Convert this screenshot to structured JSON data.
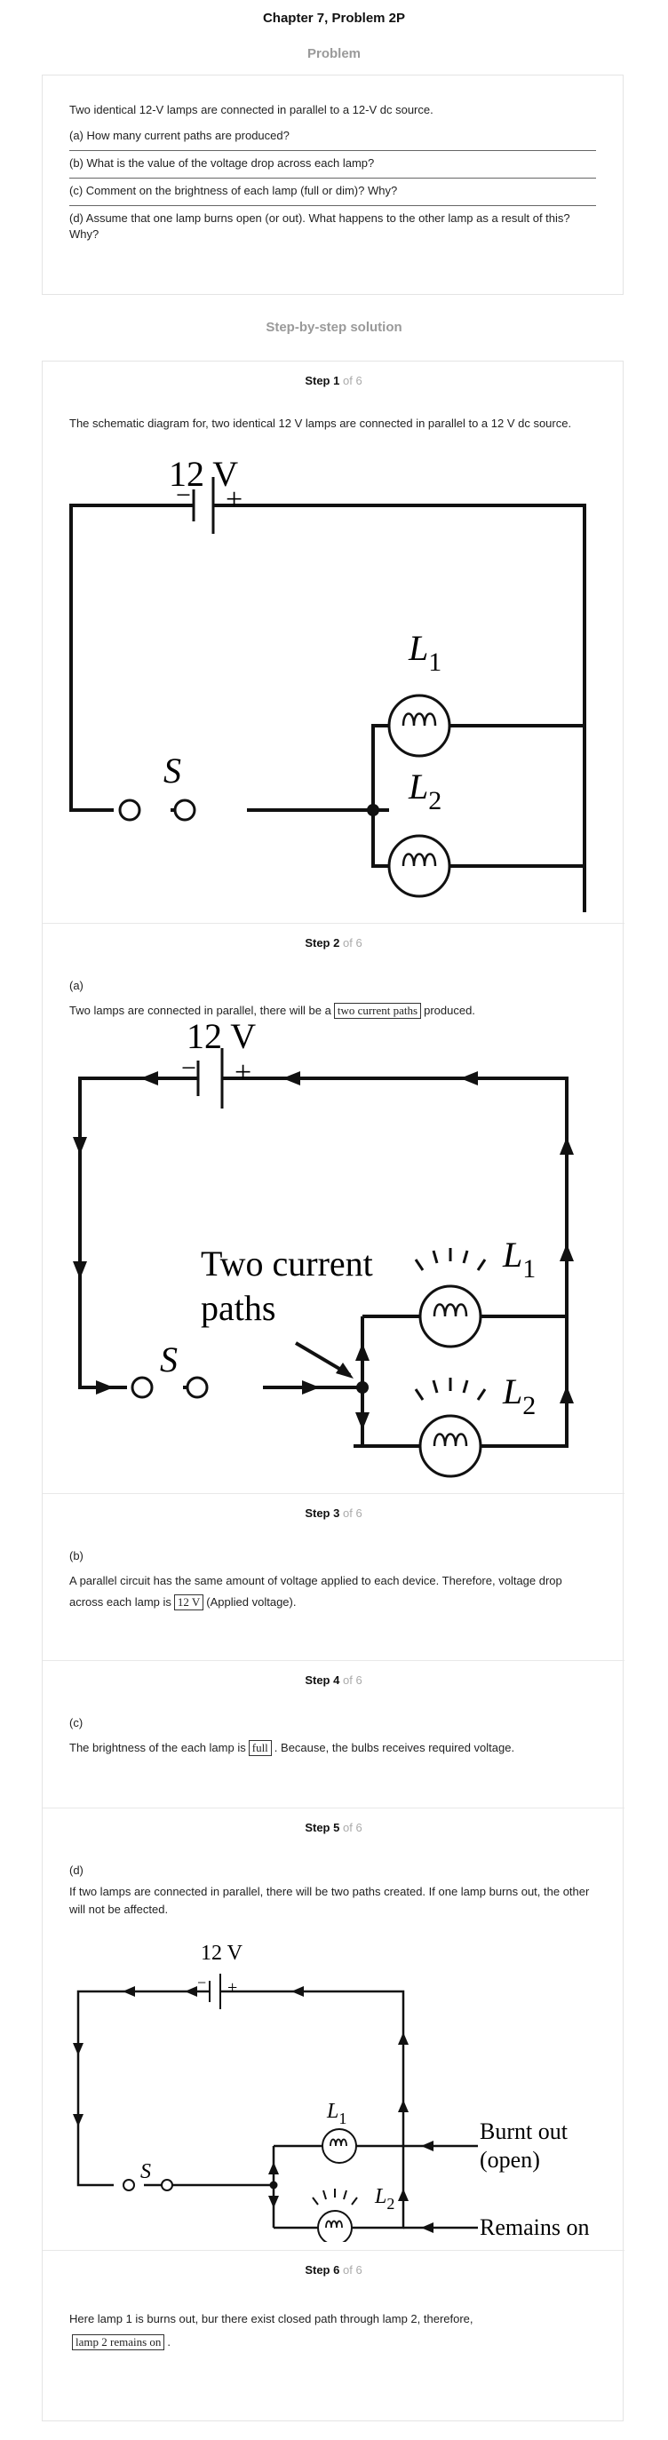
{
  "header": {
    "title": "Chapter 7, Problem 2P"
  },
  "problem": {
    "heading": "Problem",
    "intro": "Two identical 12-V lamps are connected in parallel to a 12-V dc source.",
    "parts": [
      "(a) How many current paths are produced?",
      "(b) What is the value of the voltage drop across each lamp?",
      "(c) Comment on the brightness of each lamp (full or dim)? Why?",
      "(d) Assume that one lamp burns open (or out). What happens to the other lamp as a result of this? Why?"
    ]
  },
  "solution": {
    "heading": "Step-by-step solution",
    "step_word": "Step",
    "of_text": "of 6",
    "steps": [
      {
        "num": "1",
        "text": "The schematic diagram for, two identical 12 V lamps are connected in parallel to a 12 V dc source."
      },
      {
        "num": "2",
        "part": "(a)",
        "text_before": "Two lamps are connected in parallel, there will be a",
        "boxed": "two current paths",
        "text_after": "produced."
      },
      {
        "num": "3",
        "part": "(b)",
        "text_before": "A parallel circuit has the same amount of voltage applied to each device. Therefore, voltage drop across each lamp is",
        "boxed": "12 V",
        "text_after": "(Applied voltage)."
      },
      {
        "num": "4",
        "part": "(c)",
        "text_before": "The brightness of the each lamp is",
        "boxed": "full",
        "text_after": ". Because, the bulbs receives required voltage."
      },
      {
        "num": "5",
        "part": "(d)",
        "text": "If two lamps are connected in parallel, there will be two paths created. If one lamp burns out, the other will not be affected."
      },
      {
        "num": "6",
        "text_before": "Here lamp 1 is burns out, bur there exist closed path through lamp 2, therefore,",
        "boxed": "lamp 2 remains on",
        "text_after": "."
      }
    ]
  },
  "figures": {
    "source_label": "12 V",
    "minus": "−",
    "plus": "+",
    "switch_label": "S",
    "lamp1": "L",
    "lamp1_sub": "1",
    "lamp2": "L",
    "lamp2_sub": "2",
    "two_current_paths_line1": "Two current",
    "two_current_paths_line2": "paths",
    "burnt_out_line1": "Burnt out",
    "burnt_out_line2": "(open)",
    "remains_on": "Remains on"
  }
}
